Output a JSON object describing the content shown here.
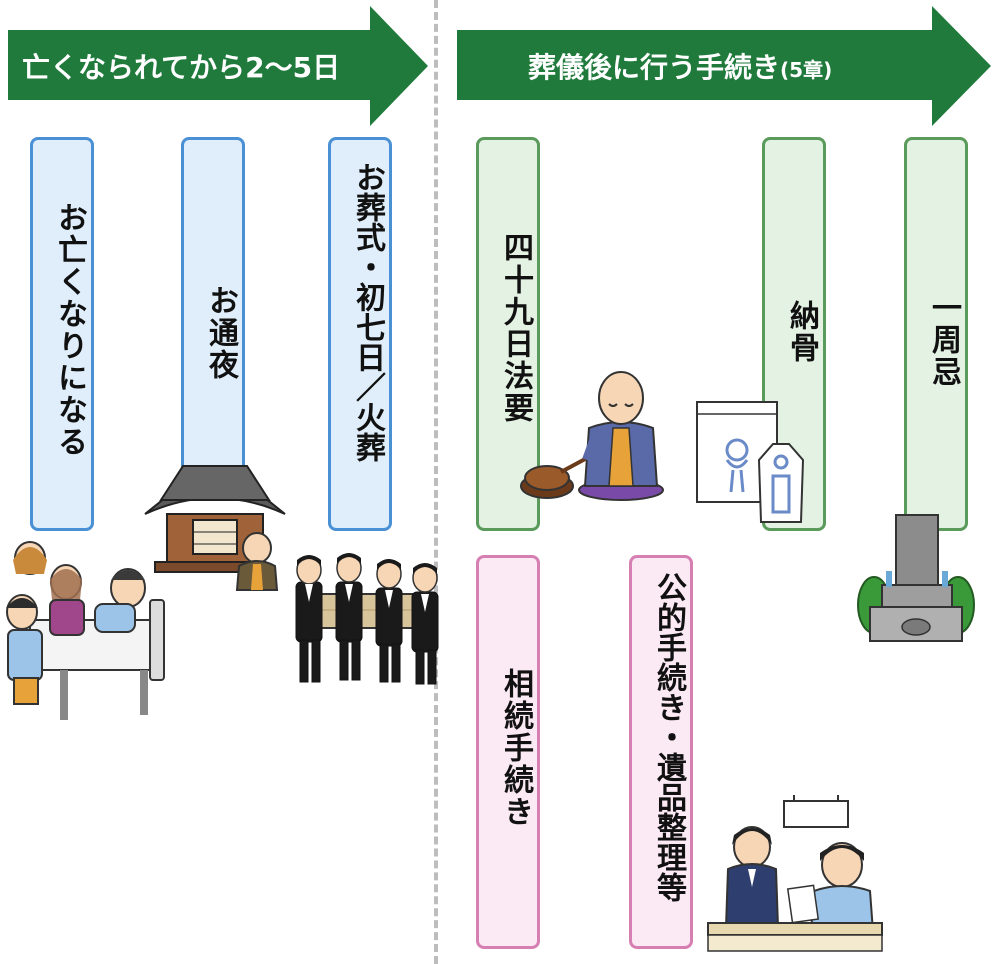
{
  "phase_headers": {
    "left": {
      "label": "亡くなられてから2〜5日",
      "color": "#1f7a3c"
    },
    "right": {
      "label": "葬儀後に行う手続き",
      "note": "(5章)",
      "color": "#1f7a3c"
    }
  },
  "cards": {
    "death": "お亡くなりになる",
    "wake": "お通夜",
    "funeral": "お葬式・初七日／火葬",
    "day49": "四十九日法要",
    "interment": "納骨",
    "first_anniversary": "一周忌",
    "inheritance": "相続手続き",
    "public_procedures": "公的手続き・遺品整理等"
  },
  "colors": {
    "blue_fill": "#dfeefa",
    "blue_border": "#4a90d4",
    "green_fill": "#e3f2e3",
    "green_border": "#5a9a5a",
    "pink_fill": "#fbe9f4",
    "pink_border": "#d67fb3",
    "divider": "#bdbdbd"
  },
  "illustrations": {
    "deathbed": "family-at-hospital-bed-icon",
    "temple": "temple-with-priest-icon",
    "pallbearers": "pallbearers-carrying-coffin-icon",
    "monk": "monk-striking-bell-icon",
    "urn": "urn-and-memorial-tablet-icon",
    "grave": "gravestone-icon",
    "counter": "service-counter-icon"
  }
}
